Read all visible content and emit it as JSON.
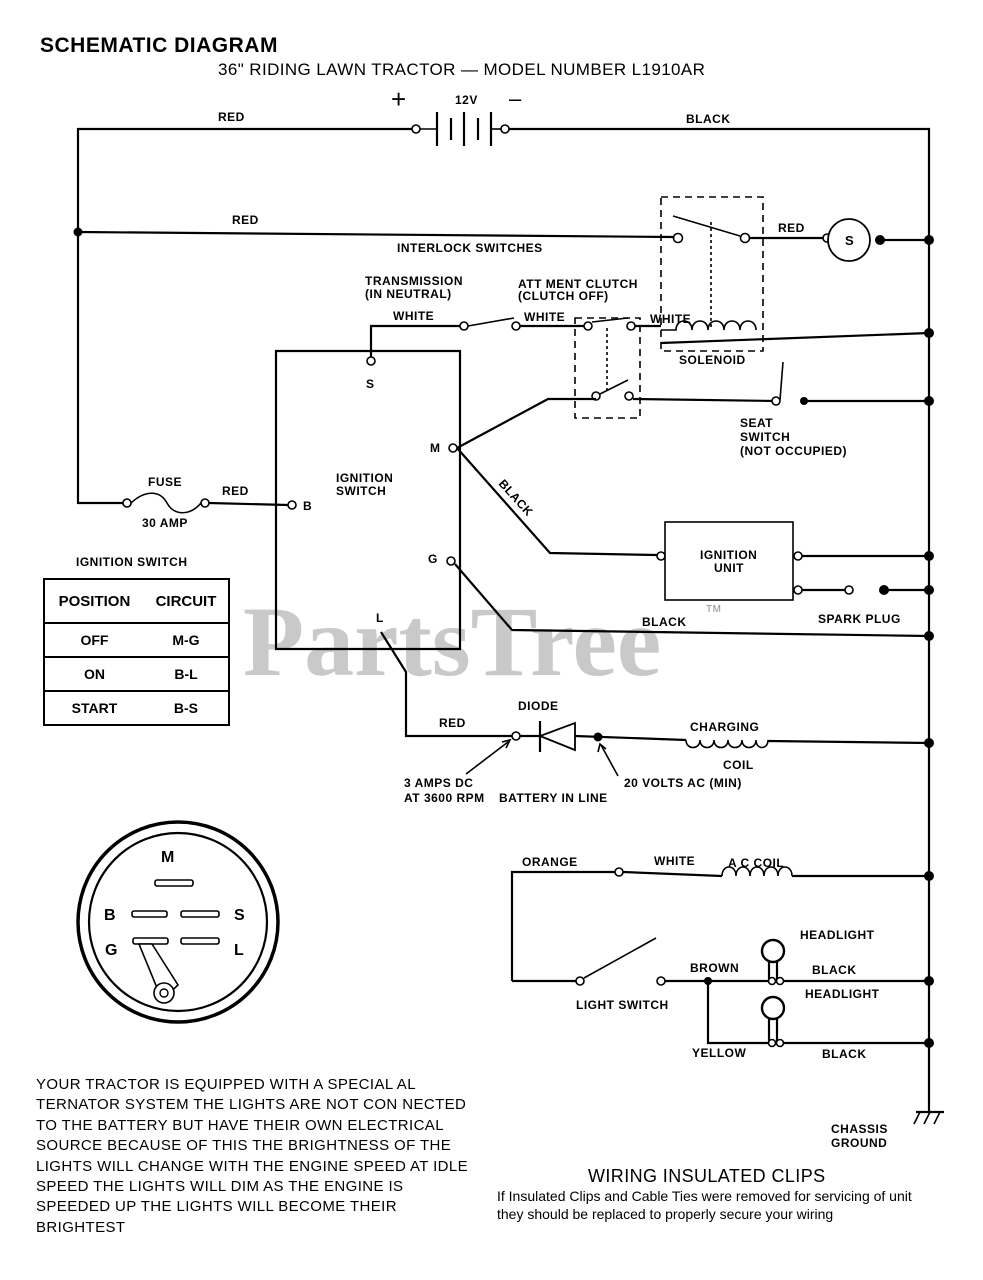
{
  "header": {
    "title": "SCHEMATIC DIAGRAM",
    "subtitle": "36\" RIDING LAWN TRACTOR — MODEL NUMBER L1910AR"
  },
  "battery": {
    "voltage": "12V",
    "plus": "+",
    "minus": "–"
  },
  "labels": {
    "red_top": "RED",
    "black_top": "BLACK",
    "red_interlock": "RED",
    "interlock_switches": "INTERLOCK SWITCHES",
    "red_starter": "RED",
    "starter": "S",
    "transmission_1": "TRANSMISSION",
    "transmission_2": "(IN NEUTRAL)",
    "attachment_1": "ATT MENT CLUTCH",
    "attachment_2": "(CLUTCH OFF)",
    "white_1": "WHITE",
    "white_2": "WHITE",
    "white_3": "WHITE",
    "solenoid": "SOLENOID",
    "seat_1": "SEAT",
    "seat_2": "SWITCH",
    "seat_3": "(NOT OCCUPIED)",
    "fuse": "FUSE",
    "fuse_amp": "30 AMP",
    "red_fuse": "RED",
    "ign_sw_1": "IGNITION",
    "ign_sw_2": "SWITCH",
    "term_s": "S",
    "term_m": "M",
    "term_b": "B",
    "term_g": "G",
    "term_l": "L",
    "black_diag": "BLACK",
    "ign_unit_1": "IGNITION",
    "ign_unit_2": "UNIT",
    "black_g": "BLACK",
    "spark_plug": "SPARK PLUG",
    "tm": "TM",
    "diode": "DIODE",
    "red_diode": "RED",
    "charging": "CHARGING",
    "coil": "COIL",
    "amps_1": "3 AMPS DC",
    "amps_2": "AT 3600 RPM",
    "battery_in_line": "BATTERY IN LINE",
    "volts_ac": "20 VOLTS AC (MIN)",
    "orange": "ORANGE",
    "white_ac": "WHITE",
    "ac_coil": "A C  COIL",
    "headlight_1": "HEADLIGHT",
    "brown": "BROWN",
    "black_h1": "BLACK",
    "headlight_2": "HEADLIGHT",
    "light_switch": "LIGHT SWITCH",
    "yellow": "YELLOW",
    "black_h2": "BLACK",
    "chassis_1": "CHASSIS",
    "chassis_2": "GROUND",
    "ignition_switch_heading": "IGNITION SWITCH"
  },
  "watermark": "PartsTree",
  "switch_table": {
    "headers": [
      "POSITION",
      "CIRCUIT"
    ],
    "rows": [
      [
        "OFF",
        "M-G"
      ],
      [
        "ON",
        "B-L"
      ],
      [
        "START",
        "B-S"
      ]
    ]
  },
  "switch_face": {
    "m": "M",
    "b": "B",
    "s": "S",
    "g": "G",
    "l": "L"
  },
  "alternator_note": "YOUR TRACTOR IS EQUIPPED WITH A SPECIAL AL TERNATOR SYSTEM   THE LIGHTS ARE NOT CON NECTED TO THE BATTERY  BUT HAVE THEIR OWN ELECTRICAL SOURCE   BECAUSE OF THIS  THE BRIGHTNESS OF THE LIGHTS WILL CHANGE WITH THE ENGINE SPEED  AT IDLE SPEED THE LIGHTS WILL DIM AS THE ENGINE IS SPEEDED UP  THE LIGHTS WILL BECOME THEIR BRIGHTEST",
  "clips": {
    "title": "WIRING INSULATED CLIPS",
    "text": "If Insulated Clips and Cable Ties were removed for servicing of unit  they should be replaced to properly secure your wiring"
  }
}
